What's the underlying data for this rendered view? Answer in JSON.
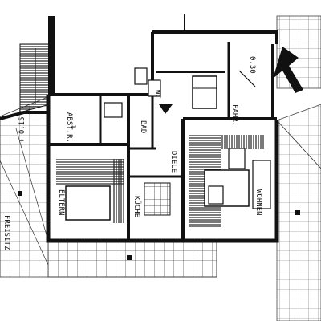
{
  "plan": {
    "rooms": {
      "abstr": "ABST.R.",
      "abstr_num": "1",
      "bad": "BAD",
      "wc": "WC",
      "fahrst": "FAHR.",
      "eltern": "ELTERN",
      "kueche": "KÜCHE",
      "diele": "DIELE",
      "wohnen": "WOHNEN",
      "freisitz": "FREISITZ"
    },
    "dimensions": {
      "top_right": "0.30",
      "left": "+ 0.15"
    },
    "colors": {
      "ink": "#111111",
      "paper": "#ffffff",
      "hatch": "#444444"
    }
  }
}
